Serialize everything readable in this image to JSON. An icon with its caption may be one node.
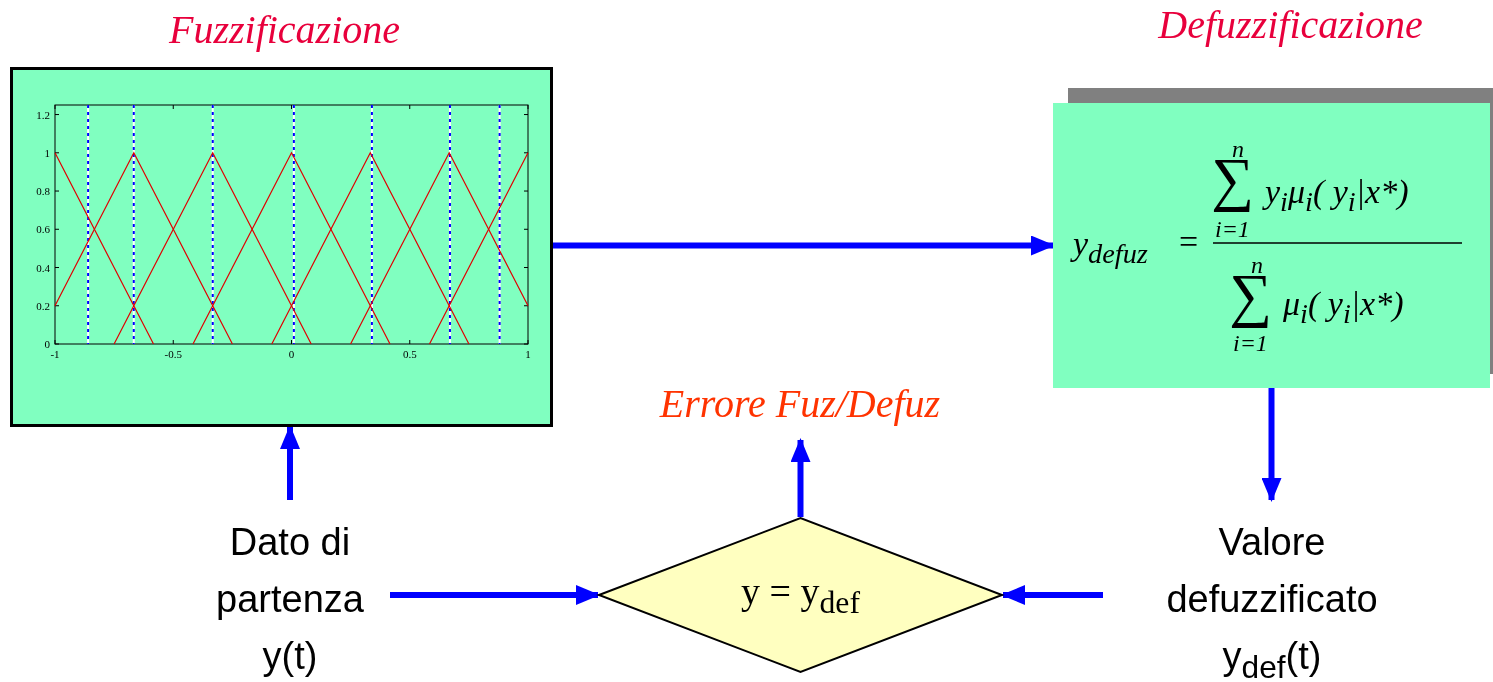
{
  "diagram": {
    "nodes": [
      {
        "text": [
          "Fuzzificazione"
        ]
      },
      {
        "text": [
          "Defuzzificazione",
          "y$_{defuz}$",
          "=",
          "n",
          "∑",
          "y$_{i}$μ$_{i}$( y$_{i}$|x*)",
          "i=1",
          "n",
          "∑",
          "μ$_{i}$( y$_{i}$|x*)",
          "i=1"
        ]
      },
      {
        "text": [
          "Dato di partenza y(t)"
        ]
      },
      {
        "text": [
          "y = y$_{def}$"
        ]
      },
      {
        "text": [
          "Valore defuzzificato y$_{def}$(t)"
        ]
      },
      {
        "text": [
          "Errore Fuz/Defuz"
        ]
      }
    ],
    "edges": [
      {
        "from": 0,
        "to": 1,
        "arrow": "to"
      },
      {
        "from": 1,
        "to": 4,
        "arrow": "to"
      },
      {
        "from": 2,
        "to": 0,
        "arrow": "to"
      },
      {
        "from": 2,
        "to": 3,
        "arrow": "to"
      },
      {
        "from": 4,
        "to": 3,
        "arrow": "to"
      },
      {
        "from": 3,
        "to": 5,
        "arrow": "to"
      }
    ],
    "chart_data": {
      "type": "line",
      "x": [
        -1,
        -0.9167,
        -0.8333,
        -0.75,
        -0.6667,
        -0.5833,
        -0.5,
        -0.4167,
        -0.3333,
        -0.25,
        -0.1667,
        -0.0833,
        0,
        0.0833,
        0.1667,
        0.25,
        0.3333,
        0.4167,
        0.5,
        0.5833,
        0.6667,
        0.75,
        0.8333,
        0.9167,
        1
      ],
      "series": [
        {
          "color": "#e00000",
          "values": [
            1,
            0.8,
            0.6,
            0.4,
            0.2,
            0,
            null,
            null,
            null,
            null,
            null,
            null,
            null,
            null,
            null,
            null,
            null,
            null,
            null,
            null,
            null,
            null,
            null,
            null,
            null
          ]
        },
        {
          "color": "#e00000",
          "values": [
            0.2,
            0.4,
            0.6,
            0.8,
            1,
            0.8,
            0.6,
            0.4,
            0.2,
            0,
            null,
            null,
            null,
            null,
            null,
            null,
            null,
            null,
            null,
            null,
            null,
            null,
            null,
            null,
            null
          ]
        },
        {
          "color": "#e00000",
          "values": [
            null,
            null,
            null,
            0,
            0.2,
            0.4,
            0.6,
            0.8,
            1,
            0.8,
            0.6,
            0.4,
            0.2,
            0,
            null,
            null,
            null,
            null,
            null,
            null,
            null,
            null,
            null,
            null,
            null
          ]
        },
        {
          "color": "#e00000",
          "values": [
            null,
            null,
            null,
            null,
            null,
            null,
            null,
            0,
            0.2,
            0.4,
            0.6,
            0.8,
            1,
            0.8,
            0.6,
            0.4,
            0.2,
            0,
            null,
            null,
            null,
            null,
            null,
            null,
            null
          ]
        },
        {
          "color": "#e00000",
          "values": [
            null,
            null,
            null,
            null,
            null,
            null,
            null,
            null,
            null,
            null,
            null,
            0,
            0.2,
            0.4,
            0.6,
            0.8,
            1,
            0.8,
            0.6,
            0.4,
            0.2,
            0,
            null,
            null,
            null
          ]
        },
        {
          "color": "#e00000",
          "values": [
            null,
            null,
            null,
            null,
            null,
            null,
            null,
            null,
            null,
            null,
            null,
            null,
            null,
            null,
            null,
            0,
            0.2,
            0.4,
            0.6,
            0.8,
            1,
            0.8,
            0.6,
            0.4,
            0.2
          ]
        },
        {
          "color": "#e00000",
          "values": [
            null,
            null,
            null,
            null,
            null,
            null,
            null,
            null,
            null,
            null,
            null,
            null,
            null,
            null,
            null,
            null,
            null,
            null,
            null,
            0,
            0.2,
            0.4,
            0.6,
            0.8,
            1
          ]
        }
      ],
      "ref_lines": [
        {
          "axis": "x",
          "value": -0.86,
          "color": "#0000ff"
        },
        {
          "axis": "x",
          "value": -0.667,
          "color": "#0000ff"
        },
        {
          "axis": "x",
          "value": -0.333,
          "color": "#0000ff"
        },
        {
          "axis": "x",
          "value": 0.01,
          "color": "#0000ff"
        },
        {
          "axis": "x",
          "value": 0.34,
          "color": "#0000ff"
        },
        {
          "axis": "x",
          "value": 0.67,
          "color": "#0000ff"
        },
        {
          "axis": "x",
          "value": 0.88,
          "color": "#0000ff"
        }
      ],
      "xlim": [
        -1,
        1
      ],
      "ylim": [
        0,
        1.25
      ],
      "xticks": [
        -1,
        -0.5,
        0,
        0.5,
        1
      ],
      "yticks": [
        0,
        0.2,
        0.4,
        0.6,
        0.8,
        1,
        1.2
      ]
    }
  }
}
